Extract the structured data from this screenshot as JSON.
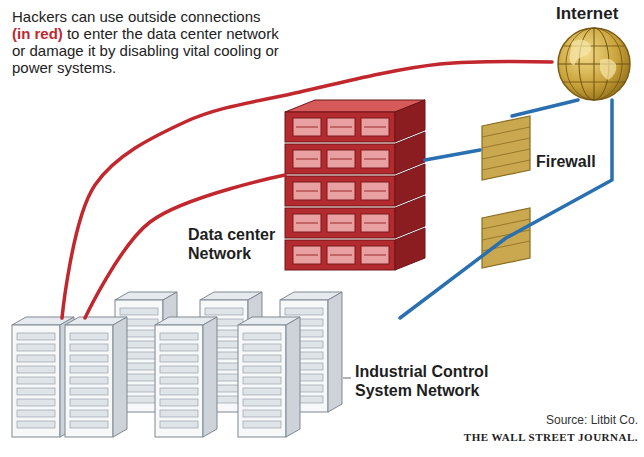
{
  "diagram": {
    "nodes": [
      {
        "text": [
          "Internet"
        ]
      },
      {
        "text": [
          "Firewall"
        ]
      },
      {
        "text": [
          "Data center Network"
        ]
      },
      {
        "text": [
          "Industrial Control System Network"
        ]
      }
    ],
    "edges": [
      {
        "from": 3,
        "to": 0,
        "arrow": "none"
      },
      {
        "from": 3,
        "to": 2,
        "arrow": "none"
      },
      {
        "from": 2,
        "to": 1,
        "arrow": "none"
      },
      {
        "from": 1,
        "to": 0,
        "arrow": "none"
      },
      {
        "from": 3,
        "to": 0,
        "arrow": "none"
      }
    ],
    "labels": [
      "Hackers can use outside connections",
      "(in red)",
      "to enter the data center network or damage it by disabling vital cooling or power systems.",
      "Source: Litbit Co.",
      "THE WALL STREET JOURNAL."
    ]
  }
}
